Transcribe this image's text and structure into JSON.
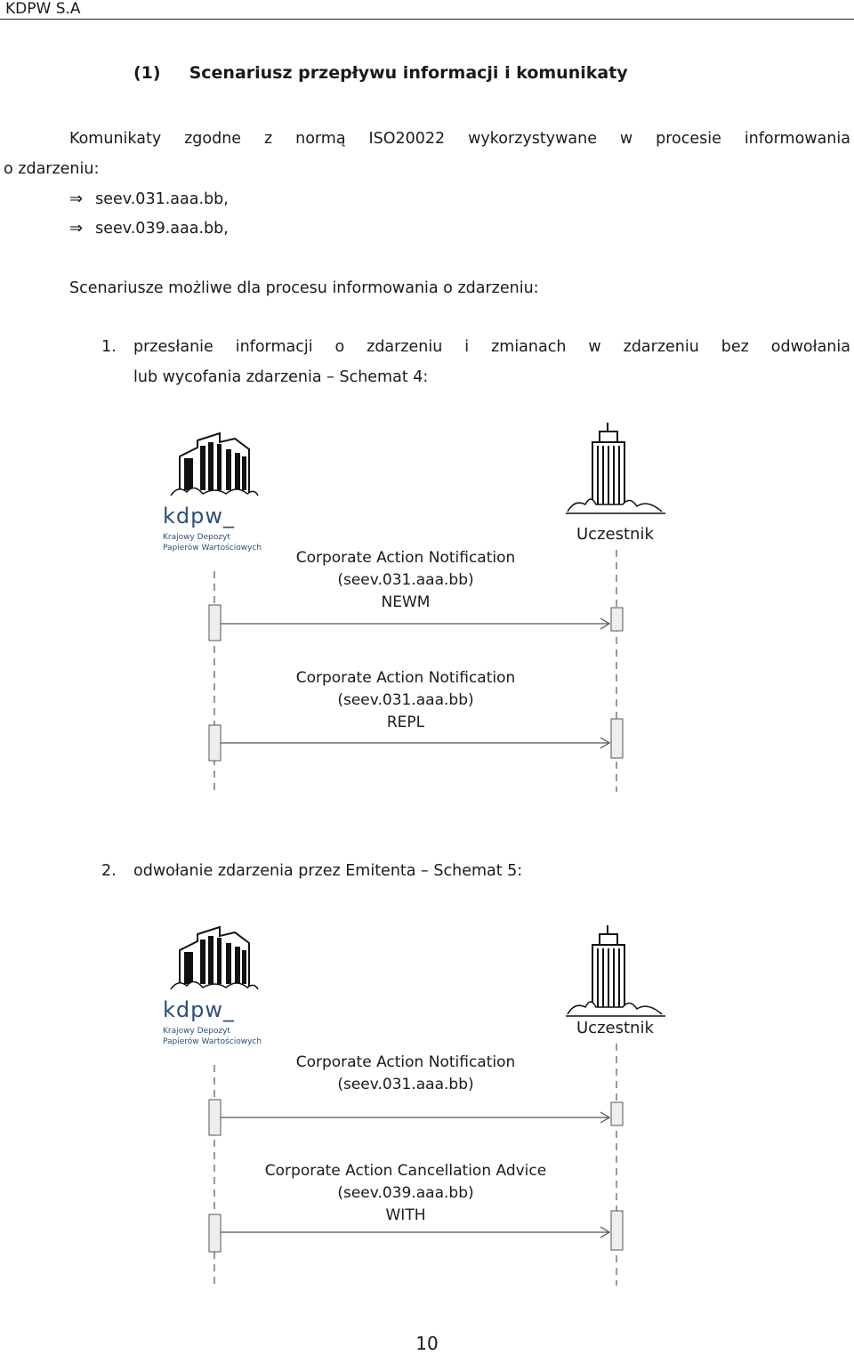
{
  "header": {
    "company": "KDPW S.A"
  },
  "section": {
    "number": "(1)",
    "title": "Scenariusz przepływu informacji i komunikaty"
  },
  "intro": {
    "line1": "Komunikaty zgodne z normą ISO20022 wykorzystywane w procesie informowania",
    "line2": "o zdarzeniu:",
    "bullets": [
      "seev.031.aaa.bb,",
      "seev.039.aaa.bb,"
    ],
    "bullet_icon": "implies-arrow-icon"
  },
  "scenarios_heading": "Scenariusze możliwe dla procesu informowania o zdarzeniu:",
  "scenario1": {
    "number": "1.",
    "line1": "przesłanie informacji o zdarzeniu i zmianach w zdarzeniu bez odwołania",
    "line2": "lub wycofania zdarzenia – Schemat 4:"
  },
  "scenario2": {
    "number": "2.",
    "text": "odwołanie zdarzenia przez Emitenta – Schemat 5:"
  },
  "diagram1": {
    "left_logo": {
      "name": "kdpw_",
      "line1": "Krajowy Depozyt",
      "line2": "Papierów Wartościowych"
    },
    "right_participant": "Uczestnik",
    "messages": [
      {
        "l1": "Corporate Action Notification",
        "l2": "(seev.031.aaa.bb)",
        "l3": "NEWM"
      },
      {
        "l1": "Corporate Action Notification",
        "l2": "(seev.031.aaa.bb)",
        "l3": "REPL"
      }
    ]
  },
  "diagram2": {
    "left_logo": {
      "name": "kdpw_",
      "line1": "Krajowy Depozyt",
      "line2": "Papierów Wartościowych"
    },
    "right_participant": "Uczestnik",
    "messages": [
      {
        "l1": "Corporate Action Notification",
        "l2": "(seev.031.aaa.bb)",
        "l3": ""
      },
      {
        "l1": "Corporate Action Cancellation Advice",
        "l2": "(seev.039.aaa.bb)",
        "l3": "WITH"
      }
    ]
  },
  "footer": {
    "page_number": "10"
  }
}
